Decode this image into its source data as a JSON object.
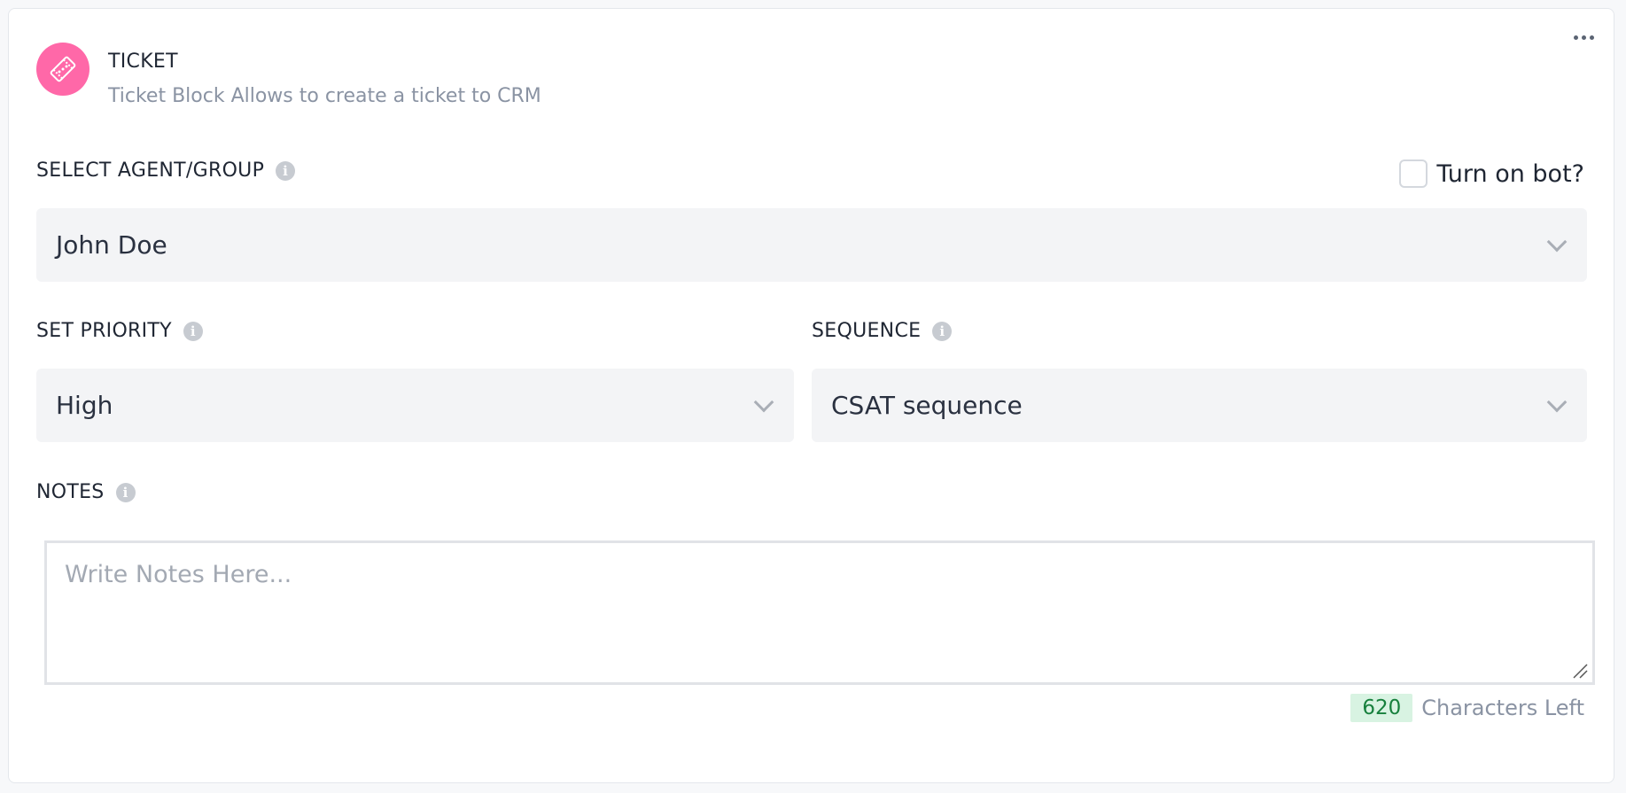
{
  "block": {
    "title": "TICKET",
    "description": "Ticket Block Allows to create a ticket to CRM",
    "icon": "ticket-icon",
    "accent_color": "#ff68a8"
  },
  "agent": {
    "label": "SELECT AGENT/GROUP",
    "value": "John Doe"
  },
  "bot": {
    "label": "Turn on bot?",
    "checked": false
  },
  "priority": {
    "label": "SET PRIORITY",
    "value": "High"
  },
  "sequence": {
    "label": "SEQUENCE",
    "value": "CSAT sequence"
  },
  "notes": {
    "label": "NOTES",
    "placeholder": "Write Notes Here...",
    "chars_left": "620",
    "chars_left_label": "Characters Left"
  }
}
